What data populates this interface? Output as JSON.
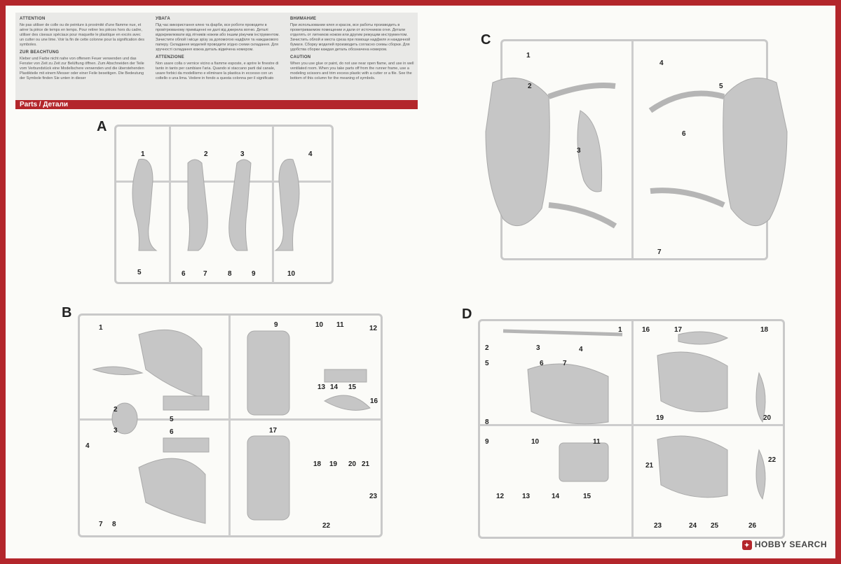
{
  "header": {
    "col1": {
      "attention_title": "ATTENTION",
      "attention_text": "Ne pas utiliser de colle ou de peinture à proximité d'une flamme nue, et aérer la pièce de temps en temps. Pour retirer les pièces hors du cadre, utiliser des ciseaux spéciaux pour maquette le plastique en excès avec un cutter ou une lime. Voir la fin de cette colonne pour la signification des symboles.",
      "zur_title": "ZUR BEACHTUNG",
      "zur_text": "Kleber und Farbe nicht nahe von offenem Feuer verwenden und das Fenster von Zeit zu Zeit zur Belüftung öffnen. Zum Abschneiden der Teile vom Verbundstück eine Modellschere verwenden und die überstehenden Plastikteile mit einem Messer oder einer Feile beseitigen. Die Bedeutung der Symbole finden Sie unten in dieser"
    },
    "col2": {
      "uvaga_title": "УВАГА",
      "uvaga_text": "Під час використання клею та фарби, все роботи проводити в провітрюваному приміщенні не далі від джерела вогню. Деталі відокремлювати від літників ножем або іншим ріжучим інструментом. Зачистити облой і місце зрізу за допомогою надфіля та наждакового паперу. Складання моделей проводити згідно схеми складання. Для зручності складання кожна деталь відмічена номером.",
      "attenzione_title": "ATTENZIONE",
      "attenzione_text": "Non usare colla o vernice vicino a fiamme esposte, e aprire le finestre di tanto in tanto per cambiare l'aria. Quando si staccano parti dal canale, usare forbici da modellismo e eliminare la plastica in eccesso con un coltello o una lima. Vedere in fondo a questa colonna per il significato"
    },
    "col3": {
      "vnimanie_title": "ВНИМАНИЕ",
      "vnimanie_text": "При использовании клея и красок, все работы производить в проветриваемом помещении и дали от источников огня. Детали отделять от литников ножом или другим режущим инструментом. Зачистить облой и места среза при помощи надфиля и наждачной бумаги. Сборку моделей производить согласно схемы сборки. Для удобства сборки каждая деталь обозначена номером.",
      "caution_title": "CAUTION",
      "caution_text": "When you use glue or paint, do not use near open flame, and use in well ventilated room. When you take parts off from the runner frame, use a modeling scissors and trim excess plastic with a cutter or a file. See the bottom of this column for the meaning of symbols."
    },
    "parts_bar": "Parts / Детали"
  },
  "sprues": {
    "A": {
      "letter": "A",
      "numbers": [
        "1",
        "2",
        "3",
        "4",
        "5",
        "6",
        "7",
        "8",
        "9",
        "10"
      ]
    },
    "B": {
      "letter": "B",
      "numbers": [
        "1",
        "2",
        "3",
        "4",
        "5",
        "6",
        "7",
        "8",
        "9",
        "10",
        "11",
        "12",
        "13",
        "14",
        "15",
        "16",
        "17",
        "18",
        "19",
        "20",
        "21",
        "22",
        "23"
      ]
    },
    "C": {
      "letter": "C",
      "numbers": [
        "1",
        "2",
        "3",
        "4",
        "5",
        "6",
        "7"
      ]
    },
    "D": {
      "letter": "D",
      "numbers": [
        "1",
        "2",
        "3",
        "4",
        "5",
        "6",
        "7",
        "8",
        "9",
        "10",
        "11",
        "12",
        "13",
        "14",
        "15",
        "16",
        "17",
        "18",
        "19",
        "20",
        "21",
        "22",
        "23",
        "24",
        "25",
        "26"
      ]
    }
  },
  "watermark": "HOBBY SEARCH",
  "colors": {
    "border": "#b3262b",
    "plastic": "#c8c8c8",
    "paper": "#fbfbf8"
  }
}
